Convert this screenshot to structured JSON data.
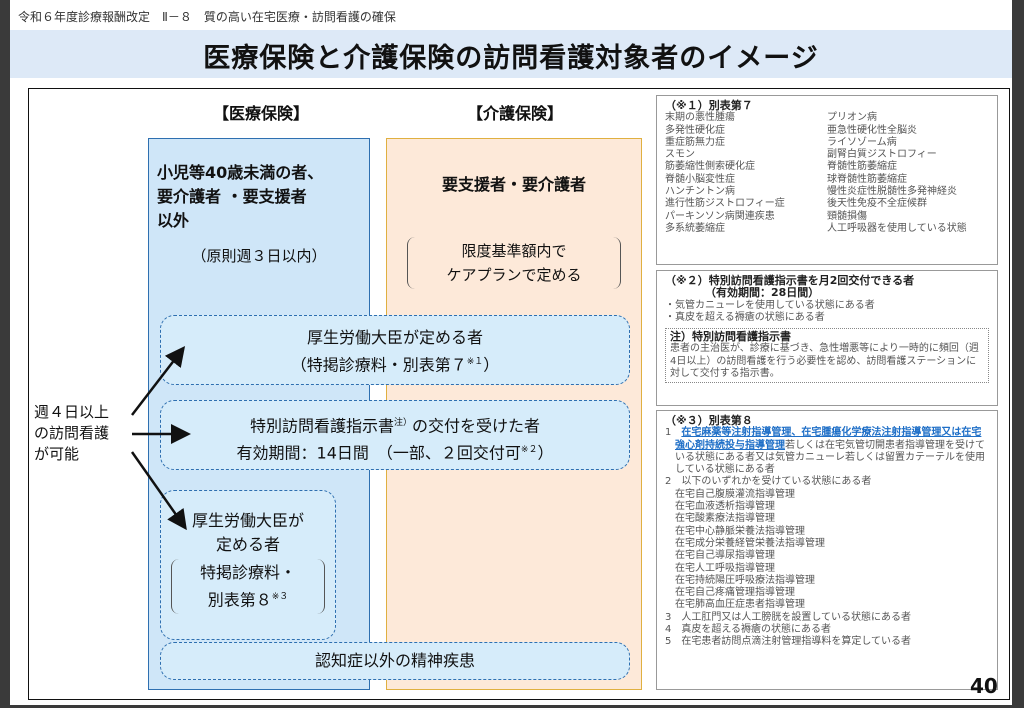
{
  "header": "令和６年度診療報酬改定　Ⅱ－８　質の高い在宅医療・訪問看護の確保",
  "title": "医療保険と介護保険の訪問看護対象者のイメージ",
  "medical": {
    "heading": "【医療保険】",
    "line1": "小児等40歳未満の者、",
    "line2": "要介護者 ・要支援者",
    "line3": "以外",
    "sub": "（原則週３日以内）"
  },
  "care": {
    "heading": "【介護保険】",
    "main": "要支援者・要介護者",
    "b1": "限度基準額内で",
    "b2": "ケアプランで定める"
  },
  "left_label": [
    "週４日以上",
    "の訪問看護",
    "が可能"
  ],
  "box1": {
    "l1": "厚生労働大臣が定める者",
    "l2": "（特掲診療料・別表第７",
    "sup": "※１",
    "l2end": "）"
  },
  "box2": {
    "l1": "特別訪問看護指示書",
    "sup1": "注）",
    "l1b": "の交付を受けた者",
    "l2": "有効期間：14日間　（一部、２回交付可",
    "sup2": "※２",
    "l2end": "）"
  },
  "box3": {
    "l1": "厚生労働大臣が",
    "l2": "定める者",
    "l3": "特掲診療料・",
    "l4": "別表第８",
    "sup": "※３"
  },
  "box4": "認知症以外の精神疾患",
  "note1": {
    "title": "（※１）別表第７",
    "left": [
      "末期の悪性腫瘍",
      "多発性硬化症",
      "重症筋無力症",
      "スモン",
      "筋萎縮性側索硬化症",
      "脊髄小脳変性症",
      "ハンチントン病",
      "進行性筋ジストロフィー症",
      "パーキンソン病関連疾患",
      "多系統萎縮症"
    ],
    "right": [
      "プリオン病",
      "亜急性硬化性全脳炎",
      "ライソゾーム病",
      "副腎白質ジストロフィー",
      "脊髄性筋萎縮症",
      "球脊髄性筋萎縮症",
      "慢性炎症性脱髄性多発神経炎",
      "後天性免疫不全症候群",
      "頸髄損傷",
      "人工呼吸器を使用している状態"
    ]
  },
  "note2": {
    "title": "（※２）特別訪問看護指示書を月2回交付できる者",
    "period": "（有効期間：28日間）",
    "items": [
      "・気管カニューレを使用している状態にある者",
      "・真皮を超える褥瘡の状態にある者"
    ],
    "sub_title": "注）特別訪問看護指示書",
    "sub_text": "患者の主治医が、診療に基づき、急性増悪等により一時的に頻回（週4日以上）の訪問看護を行う必要性を認め、訪問看護ステーションに対して交付する指示書。"
  },
  "note3": {
    "title": "（※３）別表第８",
    "i1_num": "1",
    "i1_link": "在宅麻薬等注射指導管理、在宅腫瘍化学療法注射指導管理又は在宅強心剤持続投与指導管理",
    "i1_rest": "若しくは在宅気管切開患者指導管理を受けている状態にある者又は気管カニューレ若しくは留置カテーテルを使用している状態にある者",
    "i2": "2　以下のいずれかを受けている状態にある者",
    "i2_list": [
      "在宅自己腹膜灌流指導管理",
      "在宅血液透析指導管理",
      "在宅酸素療法指導管理",
      "在宅中心静脈栄養法指導管理",
      "在宅成分栄養経管栄養法指導管理",
      "在宅自己導尿指導管理",
      "在宅人工呼吸指導管理",
      "在宅持続陽圧呼吸療法指導管理",
      "在宅自己疼痛管理指導管理",
      "在宅肺高血圧症患者指導管理"
    ],
    "i3": "3　人工肛門又は人工膀胱を設置している状態にある者",
    "i4": "4　真皮を超える褥瘡の状態にある者",
    "i5": "5　在宅患者訪問点滴注射管理指導料を算定している者"
  },
  "page_number": "40"
}
